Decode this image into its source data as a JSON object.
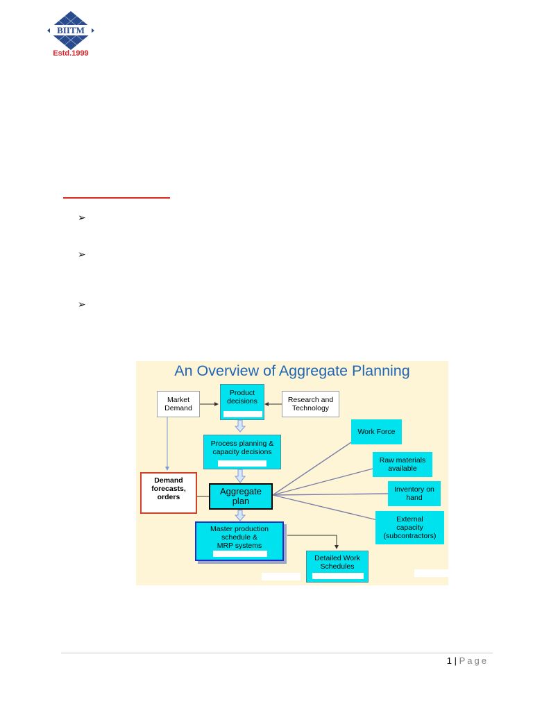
{
  "logo": {
    "name": "BIITM",
    "tagline": "Estd.1999"
  },
  "bullets": [
    "➢",
    "➢",
    "➢"
  ],
  "figure": {
    "title": "An Overview of Aggregate Planning",
    "boxes": {
      "market_demand": "Market\nDemand",
      "product_decisions": "Product\ndecisions",
      "research_technology": "Research and\nTechnology",
      "process_planning": "Process planning &\ncapacity decisions",
      "demand_forecasts": "Demand\nforecasts,\norders",
      "aggregate_plan": "Aggregate\nplan",
      "master_production": "Master production\nschedule &\nMRP systems",
      "detailed_work": "Detailed Work\nSchedules",
      "work_force": "Work Force",
      "raw_materials": "Raw materials\navailable",
      "inventory": "Inventory on\nhand",
      "external_capacity": "External\ncapacity\n(subcontractors)"
    }
  },
  "footer": {
    "page_number": "1",
    "separator": "|",
    "page_label": "Page"
  }
}
